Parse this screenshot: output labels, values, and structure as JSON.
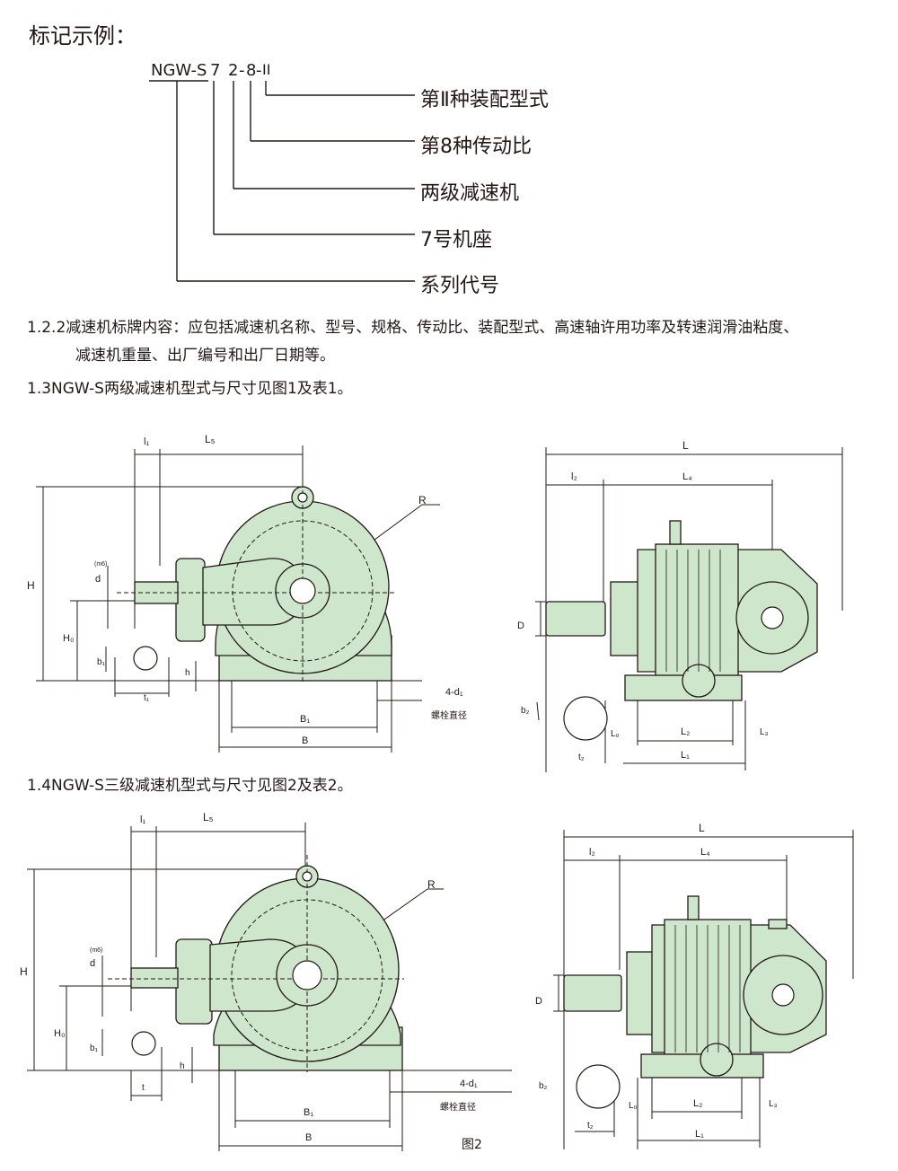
{
  "heading": "标记示例：",
  "code": {
    "prefix": "NGW-S",
    "frame": "7",
    "stage": "2",
    "sep1": "-",
    "ratio": "8",
    "sep2": "-",
    "assembly": "II"
  },
  "legend": [
    "第Ⅱ种装配型式",
    "第8种传动比",
    "两级减速机",
    "7号机座",
    "系列代号"
  ],
  "paragraphs": {
    "p122_line1": "1.2.2减速机标牌内容：应包括减速机名称、型号、规格、传动比、装配型式、高速轴许用功率及转速润滑油粘度、",
    "p122_line2": "减速机重量、出厂编号和出厂日期等。",
    "p13": "1.3NGW-S两级减速机型式与尺寸见图1及表1。",
    "p14": "1.4NGW-S三级减速机型式与尺寸见图2及表2。"
  },
  "dims": {
    "l1": "l₁",
    "L5": "L₅",
    "R": "R",
    "H": "H",
    "H0": "H₀",
    "d": "d",
    "m6": "(m6)",
    "b1": "b₁",
    "t1": "t₁",
    "t": "t",
    "h": "h",
    "B1": "B₁",
    "B": "B",
    "bolt": "4-d₁",
    "bolt_note": "螺栓直径",
    "L": "L",
    "l2": "l₂",
    "L4": "L₄",
    "D": "D",
    "b2": "b₂",
    "t2": "t₂",
    "L0": "L₀",
    "L2": "L₂",
    "L3": "L₃",
    "L1": "L₁"
  },
  "figure2_caption": "图2",
  "colors": {
    "machine_fill": "#cde6cc",
    "line": "#231815",
    "dim_line": "#231815"
  }
}
